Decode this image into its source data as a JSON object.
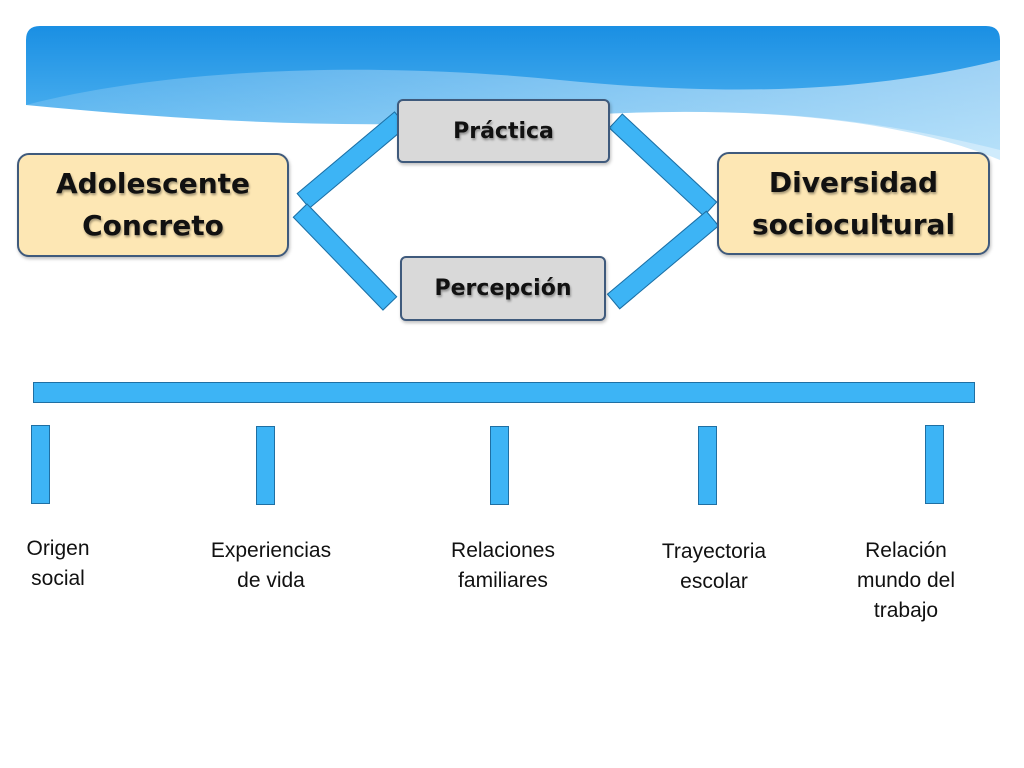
{
  "diagram": {
    "left_box": {
      "text": "Adolescente\nConcreto"
    },
    "right_box": {
      "text": "Diversidad\nsociocultural"
    },
    "top_box": {
      "text": "Práctica"
    },
    "bottom_box": {
      "text": "Percepción"
    },
    "factors": [
      {
        "label": "Origen\nsocial"
      },
      {
        "label": "Experiencias\nde vida"
      },
      {
        "label": "Relaciones\nfamiliares"
      },
      {
        "label": "Trayectoria\nescolar"
      },
      {
        "label": "Relación\nmundo del\ntrabajo"
      }
    ]
  },
  "colors": {
    "main_box_fill": "#fde7b4",
    "mid_box_fill": "#d9d9d9",
    "connector_fill": "#3db4f5",
    "banner_blue": "#2196e8"
  }
}
